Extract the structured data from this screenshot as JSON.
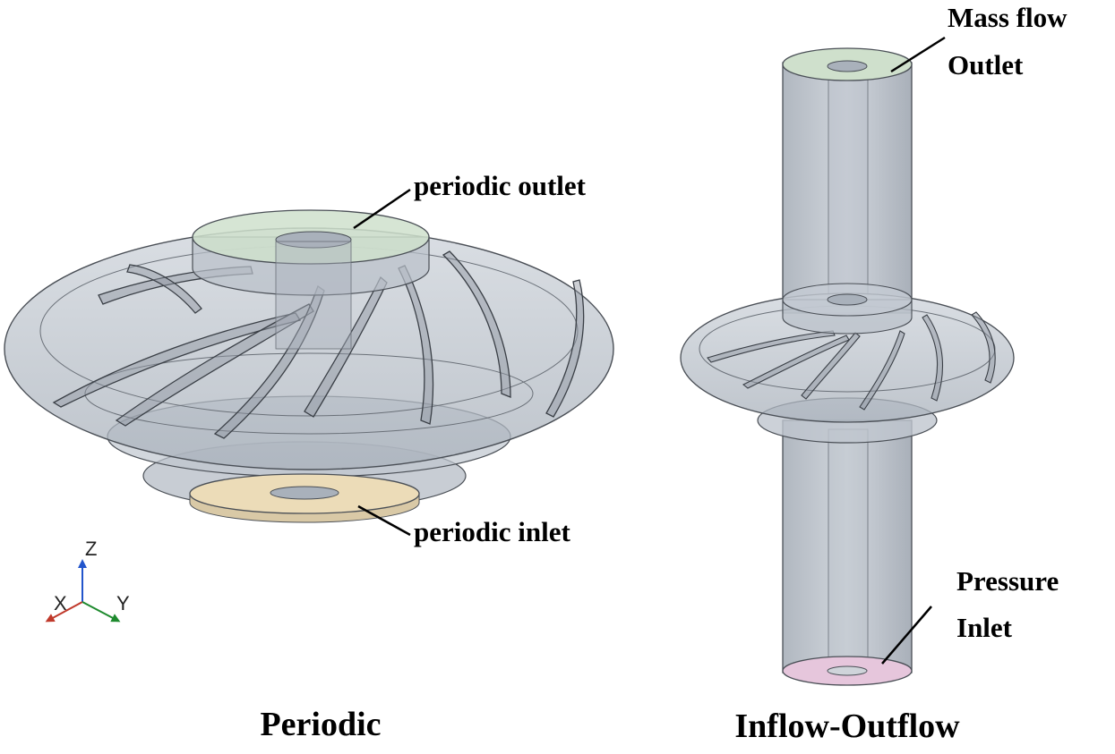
{
  "labels": {
    "periodic_outlet": "periodic outlet",
    "periodic_inlet": "periodic inlet",
    "mass_flow_line1": "Mass flow",
    "mass_flow_line2": "Outlet",
    "pressure_line1": "Pressure",
    "pressure_line2": "Inlet"
  },
  "captions": {
    "left": "Periodic",
    "right": "Inflow-Outflow"
  },
  "triad": {
    "x": "X",
    "y": "Y",
    "z": "Z"
  },
  "colors": {
    "body_fill": "#b4bcc6",
    "edge": "#4a4f56",
    "outlet_face": "#cfe0cc",
    "inlet_face": "#ecdcb8",
    "pressure_face": "#e6c6dc",
    "axis_x": "#c0392b",
    "axis_y": "#1e8a2e",
    "axis_z": "#2255cc"
  }
}
